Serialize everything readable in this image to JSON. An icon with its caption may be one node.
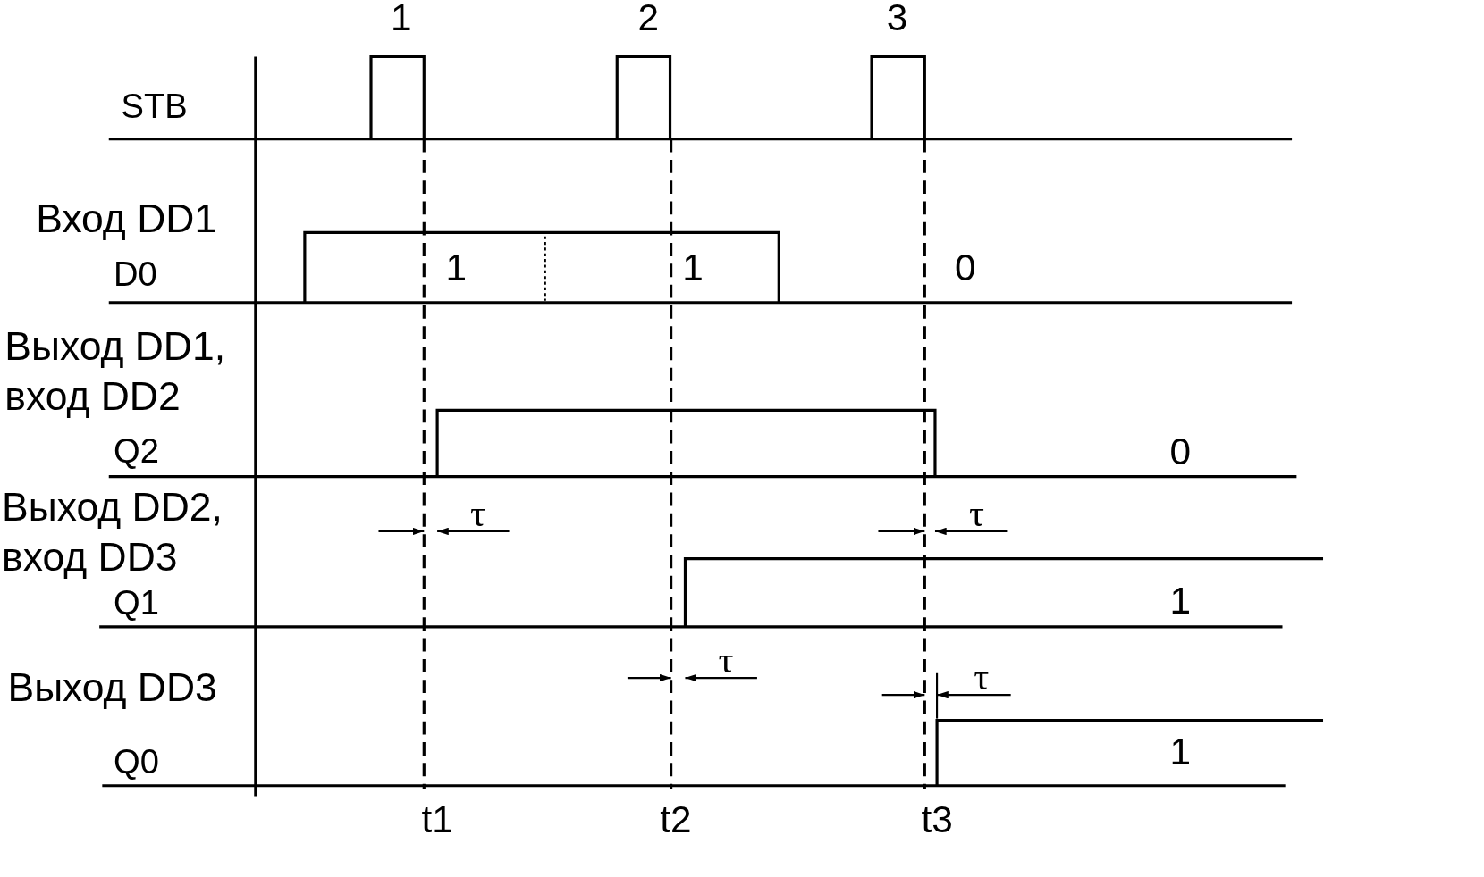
{
  "diagram": {
    "labels": [
      "1",
      "2",
      "3",
      "STB",
      "Вход DD1",
      "D0",
      "1",
      "1",
      "0",
      "Выход DD1, вход DD2",
      "Q2",
      "0",
      "Выход DD2, вход DD3",
      "τ",
      "τ",
      "Q1",
      "1",
      "τ",
      "Выход DD3",
      "τ",
      "Q0",
      "1",
      "t1",
      "t2",
      "t3"
    ]
  }
}
